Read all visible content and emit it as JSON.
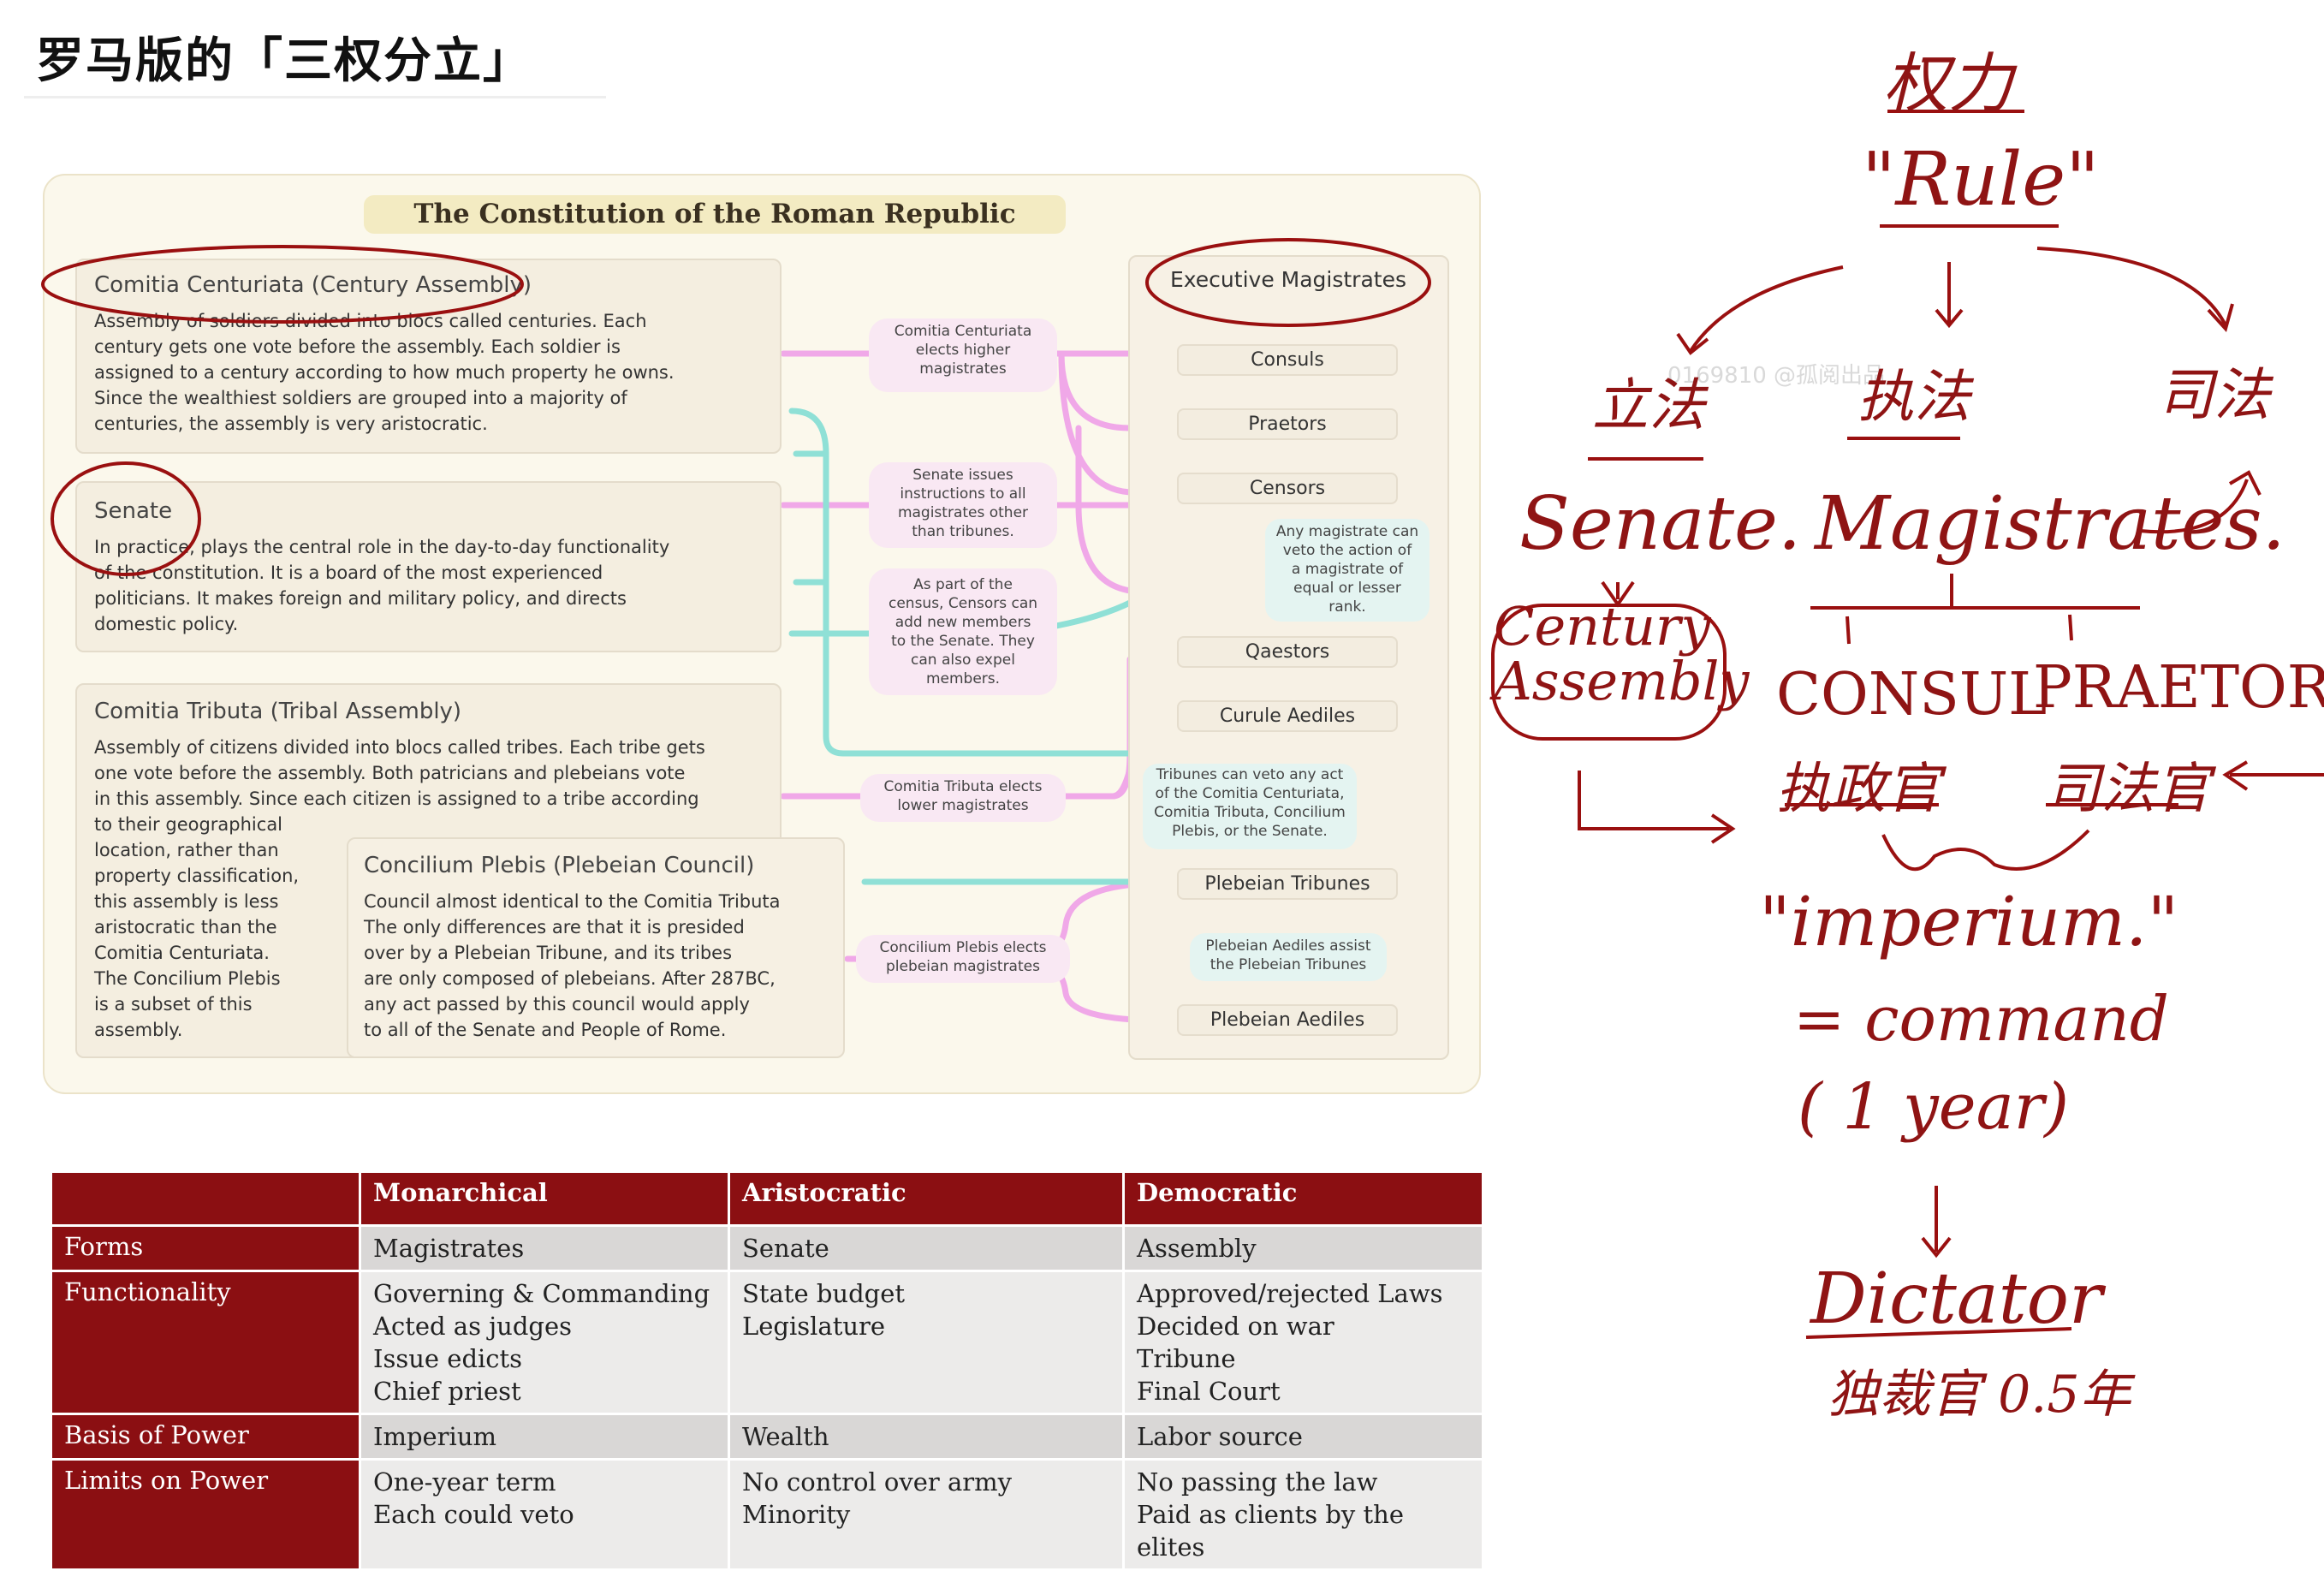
{
  "page_title": "罗马版的「三权分立」",
  "watermark": "0169810 @孤阅出品",
  "diagram": {
    "title": "The Constitution of the Roman Republic",
    "comitia_centuriata": {
      "title": "Comitia Centuriata (Century Assembly)",
      "text": "Assembly of soldiers divided into blocs called centuries.  Each\ncentury gets one vote before the assembly.  Each soldier is\nassigned to a century according to how much property he owns.\nSince the wealthiest soldiers are grouped into a majority of\ncenturies, the assembly is very aristocratic."
    },
    "senate": {
      "title": "Senate",
      "text": "In practice, plays the central role in the day-to-day functionality\nof the constitution.  It is a board of the most experienced\npoliticians.  It makes foreign and military policy, and directs\ndomestic policy."
    },
    "comitia_tributa": {
      "title": "Comitia Tributa (Tribal Assembly)",
      "text_top": "Assembly of citizens divided into blocs called tribes.  Each tribe gets\none vote before the assembly.  Both patricians and plebeians vote\nin this assembly.  Since each citizen is assigned to a tribe according",
      "text_side": "to their geographical\nlocation, rather than\nproperty classification,\nthis assembly is less\naristocratic than the\nComitia Centuriata.\nThe Concilium Plebis\nis a subset of this\nassembly."
    },
    "concilium_plebis": {
      "title": "Concilium Plebis (Plebeian Council)",
      "text": "Council almost identical to the Comitia Tributa\nThe only differences are that it is presided\nover by a Plebeian Tribune, and its tribes\nare only composed of plebeians.  After 287BC,\nany act passed by this council would apply\nto all of the Senate and People of Rome."
    },
    "executive_title": "Executive Magistrates",
    "magistrates": [
      "Consuls",
      "Praetors",
      "Censors",
      "Qaestors",
      "Curule Aediles",
      "Plebeian Tribunes",
      "Plebeian Aediles"
    ],
    "notes": {
      "centuriata_elects": "Comitia Centuriata\nelects higher\nmagistrates",
      "senate_issues": "Senate issues\ninstructions to all\nmagistrates other\nthan tribunes.",
      "censors_add": "As part of the\ncensus, Censors can\nadd new members\nto the Senate.  They\ncan also expel\nmembers.",
      "tributa_elects": "Comitia Tributa elects\nlower magistrates",
      "plebis_elects": "Concilium Plebis elects\nplebeian magistrates",
      "any_magistrate_veto": "Any magistrate can\nveto the action of\na magistrate of\nequal or lesser\nrank.",
      "tribunes_veto": "Tribunes can veto any act\nof the Comitia Centuriata,\nComitia Tributa, Concilium\nPlebis, or the Senate.",
      "plebeian_aediles_assist": "Plebeian Aediles assist\nthe Plebeian Tribunes"
    }
  },
  "table": {
    "headers": [
      "",
      "Monarchical",
      "Aristocratic",
      "Democratic"
    ],
    "rows": [
      {
        "label": "Forms",
        "cells": [
          "Magistrates",
          "Senate",
          "Assembly"
        ]
      },
      {
        "label": "Functionality",
        "cells": [
          "Governing & Commanding\nActed as judges\nIssue edicts\nChief priest",
          "State budget\nLegislature",
          "Approved/rejected Laws\nDecided on war\nTribune\nFinal Court"
        ]
      },
      {
        "label": "Basis of Power",
        "cells": [
          "Imperium",
          "Wealth",
          "Labor source"
        ]
      },
      {
        "label": "Limits on Power",
        "cells": [
          "One-year term\nEach could veto",
          "No control over army\nMinority",
          "No passing the law\nPaid as clients by the elites"
        ]
      }
    ]
  },
  "handwriting": {
    "quanli": "权力",
    "rule": "\"Rule\"",
    "lifa": "立法",
    "zhifa": "执法",
    "sifa": "司法",
    "senate": "Senate.",
    "century_assembly": "Century\nAssembly",
    "magistrates": "Magistrates.",
    "consul": "CONSUL",
    "praetor": "PRAETOR",
    "zhizhengguan": "执政官",
    "sifaguan": "司法官",
    "imperium": "\"imperium.\"",
    "command": "= command",
    "one_year": "( 1 year)",
    "dictator": "Dictator",
    "ducaiguan": "独裁官 0.5年"
  },
  "colors": {
    "table_header": "#8b0f12",
    "ink": "#8f1414",
    "link_pink": "#e58be0",
    "link_teal": "#7fd8d0"
  }
}
